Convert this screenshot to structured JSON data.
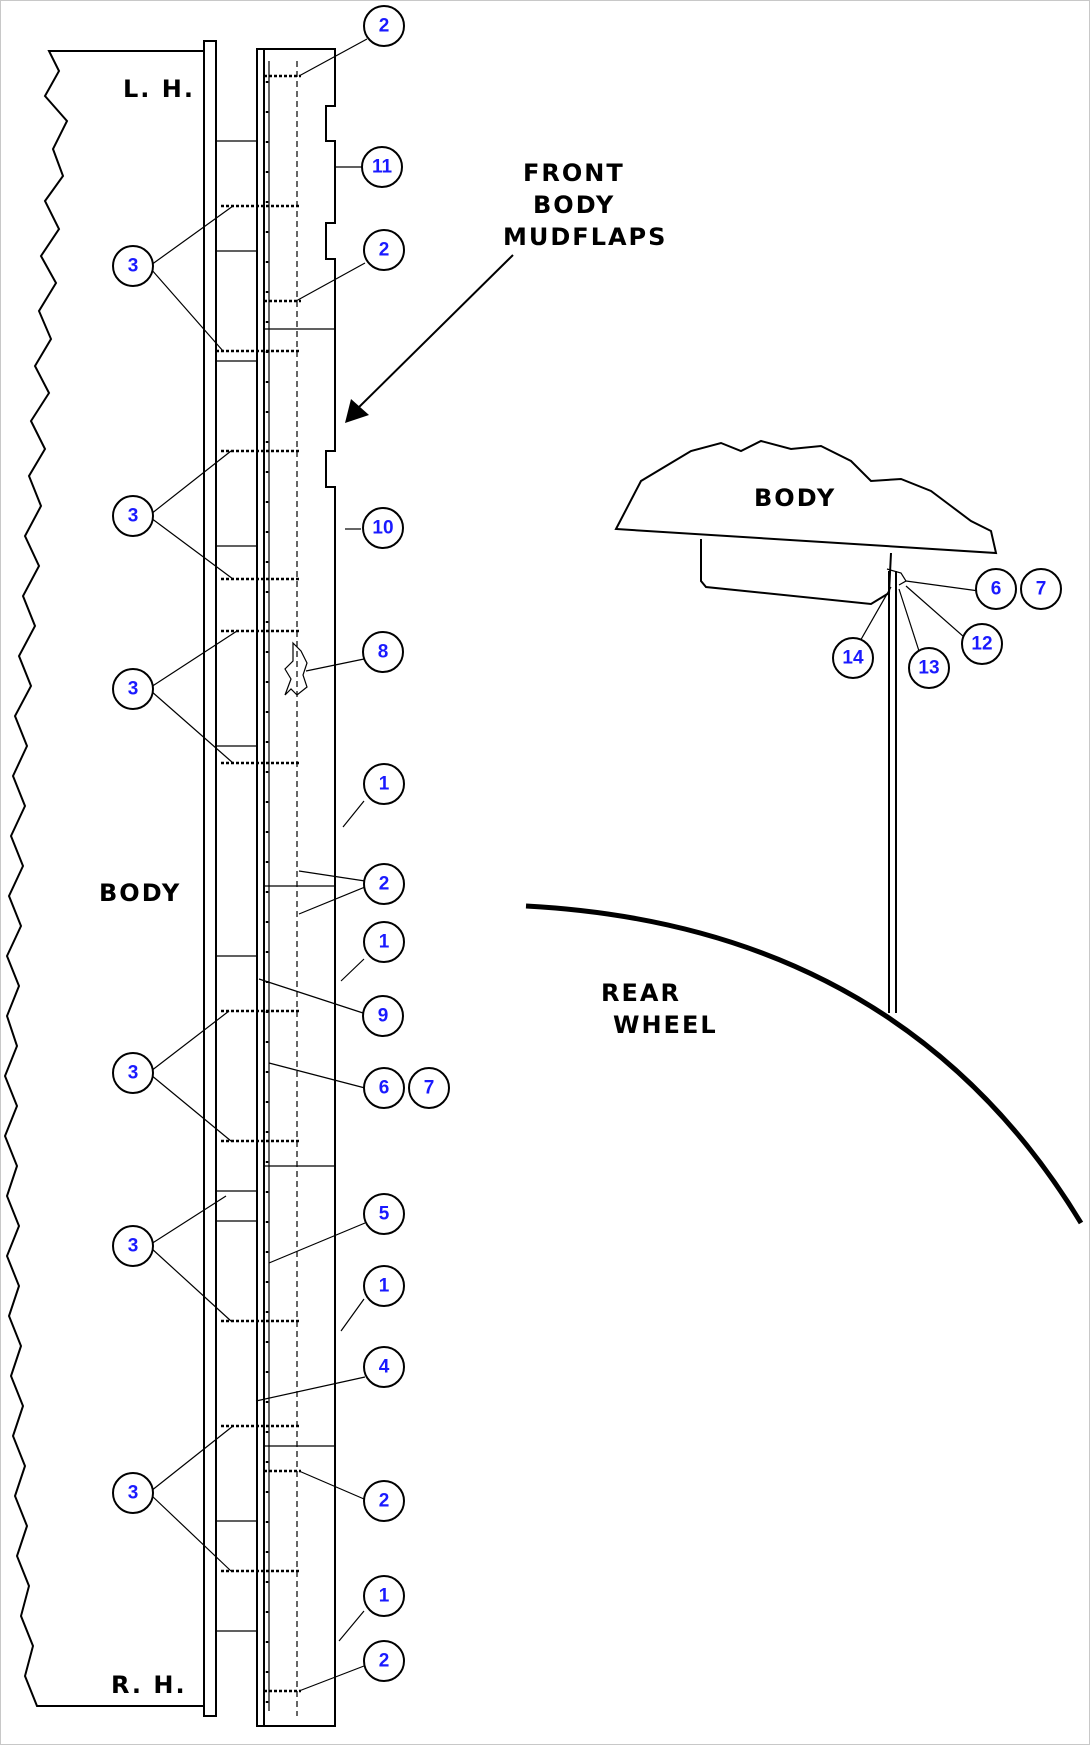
{
  "labels": {
    "lh": "L. H.",
    "rh": "R. H.",
    "body_left": "BODY",
    "body_right": "BODY",
    "front_body_mudflaps": [
      "FRONT",
      "BODY",
      "MUDFLAPS"
    ],
    "rear_wheel": [
      "REAR",
      "WHEEL"
    ]
  },
  "callouts": {
    "c2_top": "2",
    "c11": "11",
    "c2_b": "2",
    "c3_a": "3",
    "c3_b": "3",
    "c10": "10",
    "c8": "8",
    "c3_c": "3",
    "c1_a": "1",
    "c2_mid": "2",
    "c1_b": "1",
    "c9": "9",
    "c3_d": "3",
    "c6_left": "6",
    "c7_left": "7",
    "c5": "5",
    "c1_c": "1",
    "c3_e": "3",
    "c4": "4",
    "c3_f": "3",
    "c2_c": "2",
    "c1_d": "1",
    "c2_bottom": "2",
    "c6_right": "6",
    "c7_right": "7",
    "c12": "12",
    "c13": "13",
    "c14": "14"
  }
}
